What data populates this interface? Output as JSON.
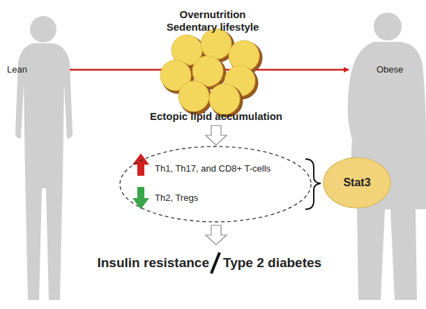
{
  "diagram": {
    "nodes": [
      {
        "text": [
          "Th1, Th17, and CD8+ T-cells",
          "Th2, Tregs"
        ]
      },
      {
        "text": [
          "Stat3"
        ]
      }
    ],
    "edges": [],
    "labels": [
      "Overnutrition",
      "Sedentary lifestyle",
      "Lean",
      "Obese",
      "Ectopic lipid accumulation",
      "Insulin resistance",
      "Type 2 diabetes"
    ]
  }
}
